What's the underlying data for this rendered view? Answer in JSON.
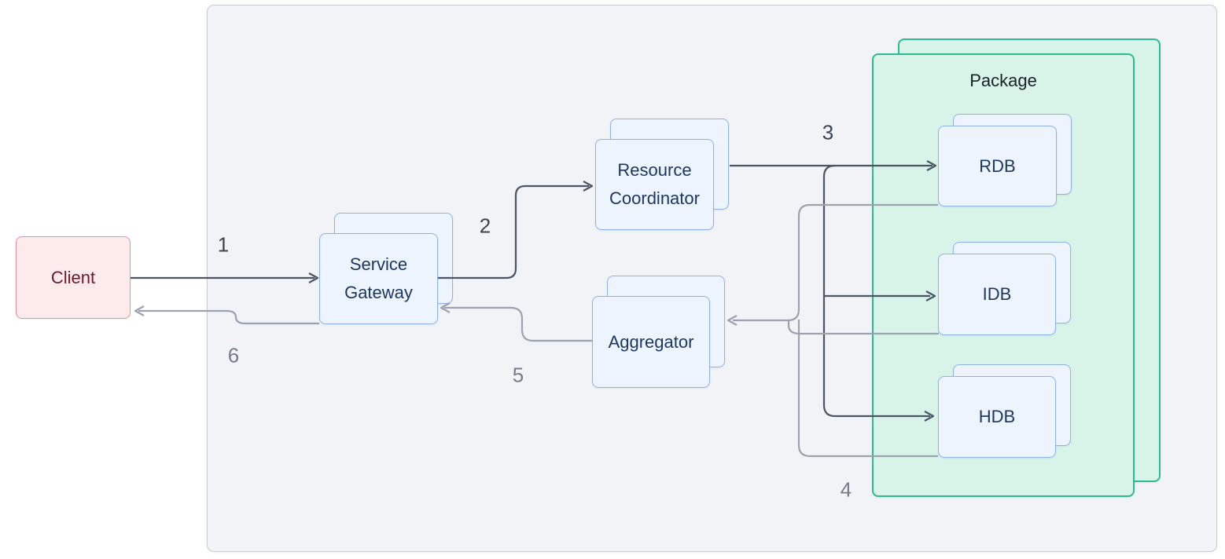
{
  "diagram": {
    "nodes": {
      "client": {
        "label": "Client"
      },
      "service_gateway": {
        "label": "Service Gateway"
      },
      "resource_coordinator": {
        "label": "Resource Coordinator"
      },
      "aggregator": {
        "label": "Aggregator"
      },
      "package": {
        "label": "Package"
      },
      "rdb": {
        "label": "RDB"
      },
      "idb": {
        "label": "IDB"
      },
      "hdb": {
        "label": "HDB"
      }
    },
    "step_labels": {
      "s1": "1",
      "s2": "2",
      "s3": "3",
      "s4": "4",
      "s5": "5",
      "s6": "6"
    },
    "colors": {
      "boundary_fill": "#f2f3f6",
      "boundary_border": "#c7ccd4",
      "client_fill": "#fdebec",
      "client_border": "#ef8d99",
      "client_text": "#72172a",
      "service_fill": "#edf4fd",
      "service_border": "#8db2ec",
      "service_text": "#1b3766",
      "package_fill": "#d8f3e8",
      "package_border": "#2bbc92",
      "package_text": "#1c2128",
      "forward_line": "#4c5565",
      "return_line": "#9ba3af",
      "step_dark_text": "#3b4250",
      "step_gray_text": "#747d89"
    }
  }
}
